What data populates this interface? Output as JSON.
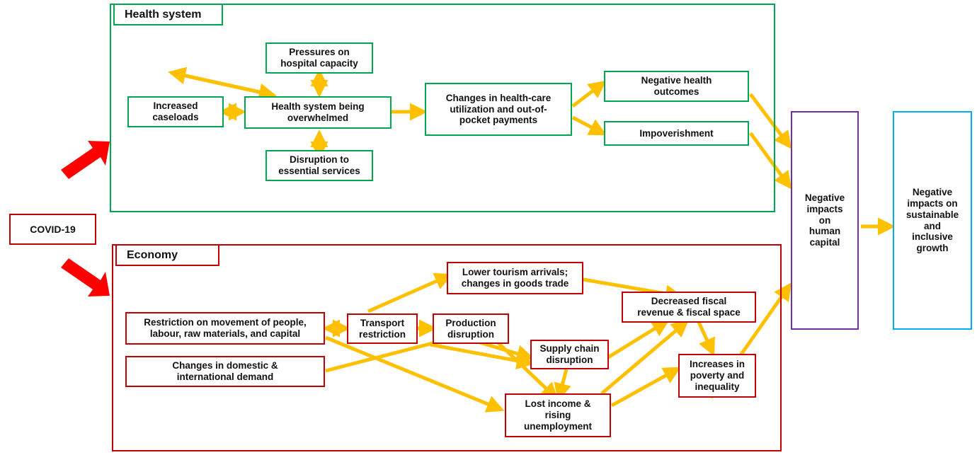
{
  "diagram": {
    "title_hidden": "",
    "colors": {
      "health_green": "#00A551",
      "economy_red": "#C00000",
      "human_capital_purple": "#7030A0",
      "growth_blue": "#00AEEF",
      "arrow_yellow": "#FFC000",
      "covid_arrow_red": "#FF0000"
    }
  },
  "source": {
    "label": "COVID-19"
  },
  "health_system": {
    "label": "Health system",
    "nodes": [
      {
        "id": "increased_caseloads",
        "label": "Increased\ncaseloads"
      },
      {
        "id": "pressures_hospital",
        "label": "Pressures on\nhospital capacity"
      },
      {
        "id": "system_overwhelmed",
        "label": "Health system being\noverwhelmed"
      },
      {
        "id": "disruption_services",
        "label": "Disruption to\nessential services"
      },
      {
        "id": "changes_utilization",
        "label": "Changes in health-care\nutilization and out-of-\npocket payments"
      },
      {
        "id": "negative_health_outcomes",
        "label": "Negative health\noutcomes"
      },
      {
        "id": "impoverishment",
        "label": "Impoverishment"
      }
    ]
  },
  "economy": {
    "label": "Economy",
    "nodes": [
      {
        "id": "restriction_movement",
        "label": "Restriction on movement of people,\nlabour, raw materials, and capital"
      },
      {
        "id": "changes_demand",
        "label": "Changes in domestic &\ninternational demand"
      },
      {
        "id": "transport_restriction",
        "label": "Transport\nrestriction"
      },
      {
        "id": "production_disruption",
        "label": "Production\ndisruption"
      },
      {
        "id": "lower_tourism",
        "label": "Lower tourism arrivals;\nchanges in goods trade"
      },
      {
        "id": "supply_chain",
        "label": "Supply chain\ndisruption"
      },
      {
        "id": "lost_income",
        "label": "Lost income &\nrising\nunemployment"
      },
      {
        "id": "decreased_fiscal",
        "label": "Decreased fiscal\nrevenue & fiscal space"
      },
      {
        "id": "increases_poverty",
        "label": "Increases in\npoverty and\ninequality"
      }
    ]
  },
  "outcomes": {
    "human_capital": {
      "label": "Negative\nimpacts\non\nhuman\ncapital"
    },
    "growth": {
      "label": "Negative\nimpacts on\nsustainable\nand\ninclusive\ngrowth"
    }
  }
}
